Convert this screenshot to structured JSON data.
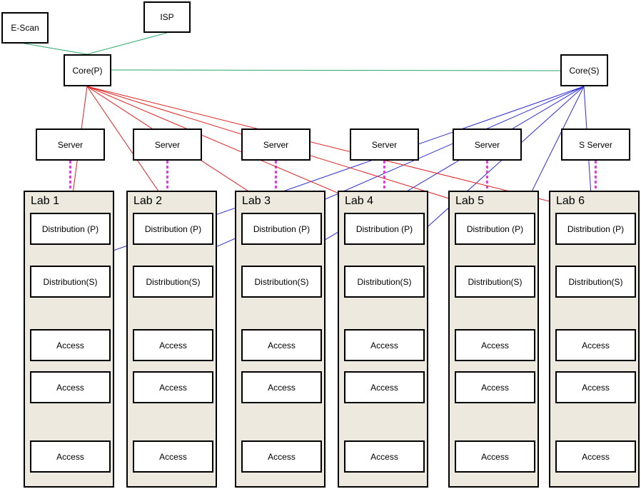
{
  "colors": {
    "uplink": "#2aa86a",
    "primary": "#e02020",
    "secondary": "#2b2bd6",
    "server_link": "#e83be8",
    "lab_fill": "#ede9df"
  },
  "external": {
    "escan": "E-Scan",
    "isp": "ISP"
  },
  "core": {
    "primary": "Core(P)",
    "secondary": "Core(S)"
  },
  "labs": [
    {
      "name": "Lab 1",
      "server": "Server",
      "dist_p": "Distribution (P)",
      "dist_s": "Distribution(S)",
      "access": [
        "Access",
        "Access",
        "Access"
      ]
    },
    {
      "name": "Lab 2",
      "server": "Server",
      "dist_p": "Distribution (P)",
      "dist_s": "Distribution(S)",
      "access": [
        "Access",
        "Access",
        "Access"
      ]
    },
    {
      "name": "Lab 3",
      "server": "Server",
      "dist_p": "Distribution (P)",
      "dist_s": "Distribution(S)",
      "access": [
        "Access",
        "Access",
        "Access"
      ]
    },
    {
      "name": "Lab 4",
      "server": "Server",
      "dist_p": "Distribution (P)",
      "dist_s": "Distribution(S)",
      "access": [
        "Access",
        "Access",
        "Access"
      ]
    },
    {
      "name": "Lab 5",
      "server": "Server",
      "dist_p": "Distribution (P)",
      "dist_s": "Distribution(S)",
      "access": [
        "Access",
        "Access",
        "Access"
      ]
    },
    {
      "name": "Lab 6",
      "server": "S Server",
      "dist_p": "Distribution (P)",
      "dist_s": "Distribution(S)",
      "access": [
        "Access",
        "Access",
        "Access"
      ]
    }
  ]
}
